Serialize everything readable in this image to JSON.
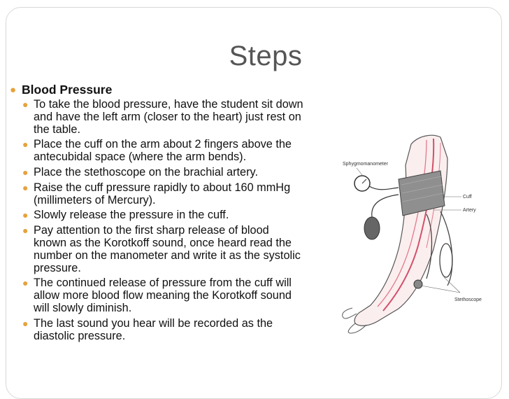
{
  "slide": {
    "title": "Steps",
    "main_bullet": "Blood Pressure",
    "steps": [
      "To take the blood pressure, have the student sit down and have the left arm (closer to the heart) just rest on the table.",
      "Place the cuff on the arm about 2 fingers above the antecubidal space (where the arm bends).",
      "Place the stethoscope on the brachial artery.",
      "Raise the cuff pressure rapidly to about 160 mmHg (millimeters of Mercury).",
      "Slowly release the pressure in the cuff.",
      "Pay attention to the first sharp release of blood known as the Korotkoff sound, once heard read the number on the manometer and write it as the systolic pressure.",
      "The continued release of pressure from the cuff will allow more blood flow meaning the Korotkoff sound will slowly diminish.",
      "The last sound you hear will be recorded as the diastolic pressure."
    ],
    "bullet_color": "#e6a23c"
  },
  "figure": {
    "labels": {
      "sphygmomanometer": "Sphygmomanometer",
      "cuff": "Cuff",
      "artery": "Artery",
      "stethoscope": "Stethoscope"
    }
  }
}
